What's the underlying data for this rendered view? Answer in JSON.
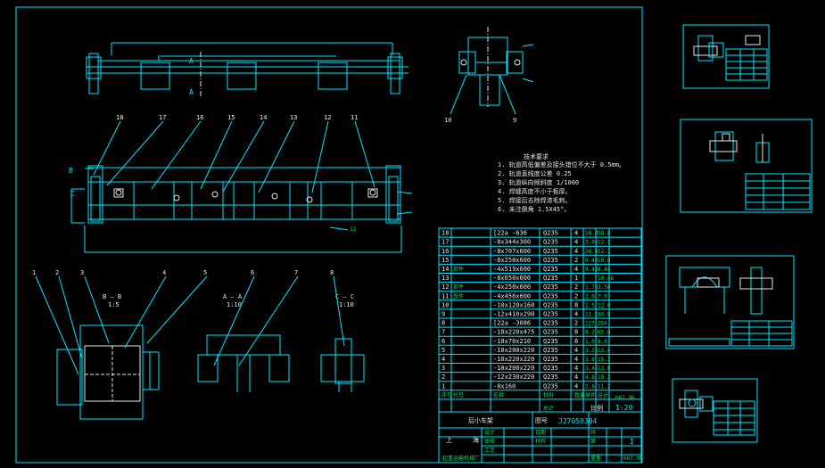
{
  "callouts_top": [
    "18",
    "17",
    "16",
    "15",
    "14",
    "13",
    "12",
    "11"
  ],
  "callouts_bottom": [
    "1",
    "2",
    "3",
    "4",
    "5",
    "6",
    "7",
    "8"
  ],
  "callouts_side": [
    "10",
    "9"
  ],
  "section_labels": {
    "bb_title": "B — B",
    "bb_scale": "1:5",
    "aa_title": "A — A",
    "aa_scale": "1:10",
    "cc_title": "C — C",
    "cc_scale": "1:10",
    "a_mark": "A",
    "b_mark": "B",
    "c_mark": "C"
  },
  "notes": {
    "title": "技术要求",
    "lines": [
      "1. 轨道高低偏差及接头错位不大于 0.5mm。",
      "2. 轨道直线度公差 0.25",
      "3. 轨道纵向倾斜度 1/1000",
      "4. 焊缝高度不小于板厚。",
      "5. 焊接后去除焊渣毛刺。",
      "6. 未注倒角 1.5X45°。"
    ]
  },
  "parts_table": {
    "rows": [
      {
        "no": "18",
        "code": "",
        "name": "[22a -636",
        "mat": "Q235",
        "qty": "4",
        "w1": "18.4",
        "w2": "58.8"
      },
      {
        "no": "17",
        "code": "",
        "name": "-8x344x300",
        "mat": "Q235",
        "qty": "4",
        "w1": "3.06",
        "w2": "12.2"
      },
      {
        "no": "16",
        "code": "",
        "name": "-8x707x600",
        "mat": "Q235",
        "qty": "4",
        "w1": "26.1",
        "w2": "52.2"
      },
      {
        "no": "15",
        "code": "",
        "name": "-8x250x600",
        "mat": "Q235",
        "qty": "2",
        "w1": "9.42",
        "w2": "18.8"
      },
      {
        "no": "14",
        "code": "部件",
        "name": "-4x519x600",
        "mat": "Q235",
        "qty": "4",
        "w1": "9.42",
        "w2": "8.84"
      },
      {
        "no": "13",
        "code": "",
        "name": "-8x650x600",
        "mat": "Q235",
        "qty": "1",
        "w1": "",
        "w2": "10.48"
      },
      {
        "no": "12",
        "code": "部件",
        "name": "-4x250x600",
        "mat": "Q235",
        "qty": "2",
        "w1": "1.78",
        "w2": "3.56"
      },
      {
        "no": "11",
        "code": "部件",
        "name": "-4x456x600",
        "mat": "Q235",
        "qty": "2",
        "w1": "2.6",
        "w2": "7.0"
      },
      {
        "no": "10",
        "code": "",
        "name": "-10x120x160",
        "mat": "Q235",
        "qty": "8",
        "w1": "1.5",
        "w2": "12.0"
      },
      {
        "no": "9",
        "code": "",
        "name": "-12x410x290",
        "mat": "Q235",
        "qty": "4",
        "w1": "11.2",
        "w2": "44.8"
      },
      {
        "no": "8",
        "code": "",
        "name": "[22a -3086",
        "mat": "Q235",
        "qty": "2",
        "w1": "127",
        "w2": "254"
      },
      {
        "no": "7",
        "code": "",
        "name": "-10x220x475",
        "mat": "Q235",
        "qty": "8",
        "w1": "8.2",
        "w2": "65.6"
      },
      {
        "no": "6",
        "code": "",
        "name": "-10x70x210",
        "mat": "Q235",
        "qty": "8",
        "w1": "1.0",
        "w2": "8.0"
      },
      {
        "no": "5",
        "code": "",
        "name": "-10x200x220",
        "mat": "Q235",
        "qty": "4",
        "w1": "3.35",
        "w2": "13.4"
      },
      {
        "no": "4",
        "code": "",
        "name": "-10x220x220",
        "mat": "Q235",
        "qty": "4",
        "w1": "3.8",
        "w2": "15.2"
      },
      {
        "no": "3",
        "code": "",
        "name": "-10x200x220",
        "mat": "Q235",
        "qty": "4",
        "w1": "3.45",
        "w2": "13.8"
      },
      {
        "no": "2",
        "code": "",
        "name": "-12x230x220",
        "mat": "Q235",
        "qty": "4",
        "w1": "4.8",
        "w2": "19.2"
      },
      {
        "no": "1",
        "code": "",
        "name": "-8x160",
        "mat": "Q235",
        "qty": "4",
        "w1": "2.8",
        "w2": "11.2"
      }
    ],
    "header": {
      "no": "序号",
      "code": "代号",
      "name": "名称",
      "mat": "材料",
      "qty": "数量",
      "w1": "单件",
      "w2": "总计"
    },
    "total_label": "总计",
    "total_value": "667.96"
  },
  "title_block": {
    "drawing_name": "后小车架",
    "scale_label": "比例",
    "scale": "1:20",
    "drawing_no_label": "图号",
    "drawing_no": "J27050304",
    "company_top": "上",
    "company_mid": "海",
    "company": "起重运输机械厂",
    "row_labels": [
      "设计",
      "审核",
      "工艺"
    ],
    "col_labels": [
      "日期",
      "材料",
      "共",
      "第",
      "重量"
    ],
    "sheet_count": "1",
    "weight": "667.96"
  },
  "thumbnails": {
    "t1_title": "",
    "t2_title": "",
    "t3_title": "",
    "t4_title": ""
  },
  "colors": {
    "line_cyan": "#00e5ff",
    "line_white": "#e8e8e8",
    "line_green": "#00c060",
    "background": "#000000"
  }
}
